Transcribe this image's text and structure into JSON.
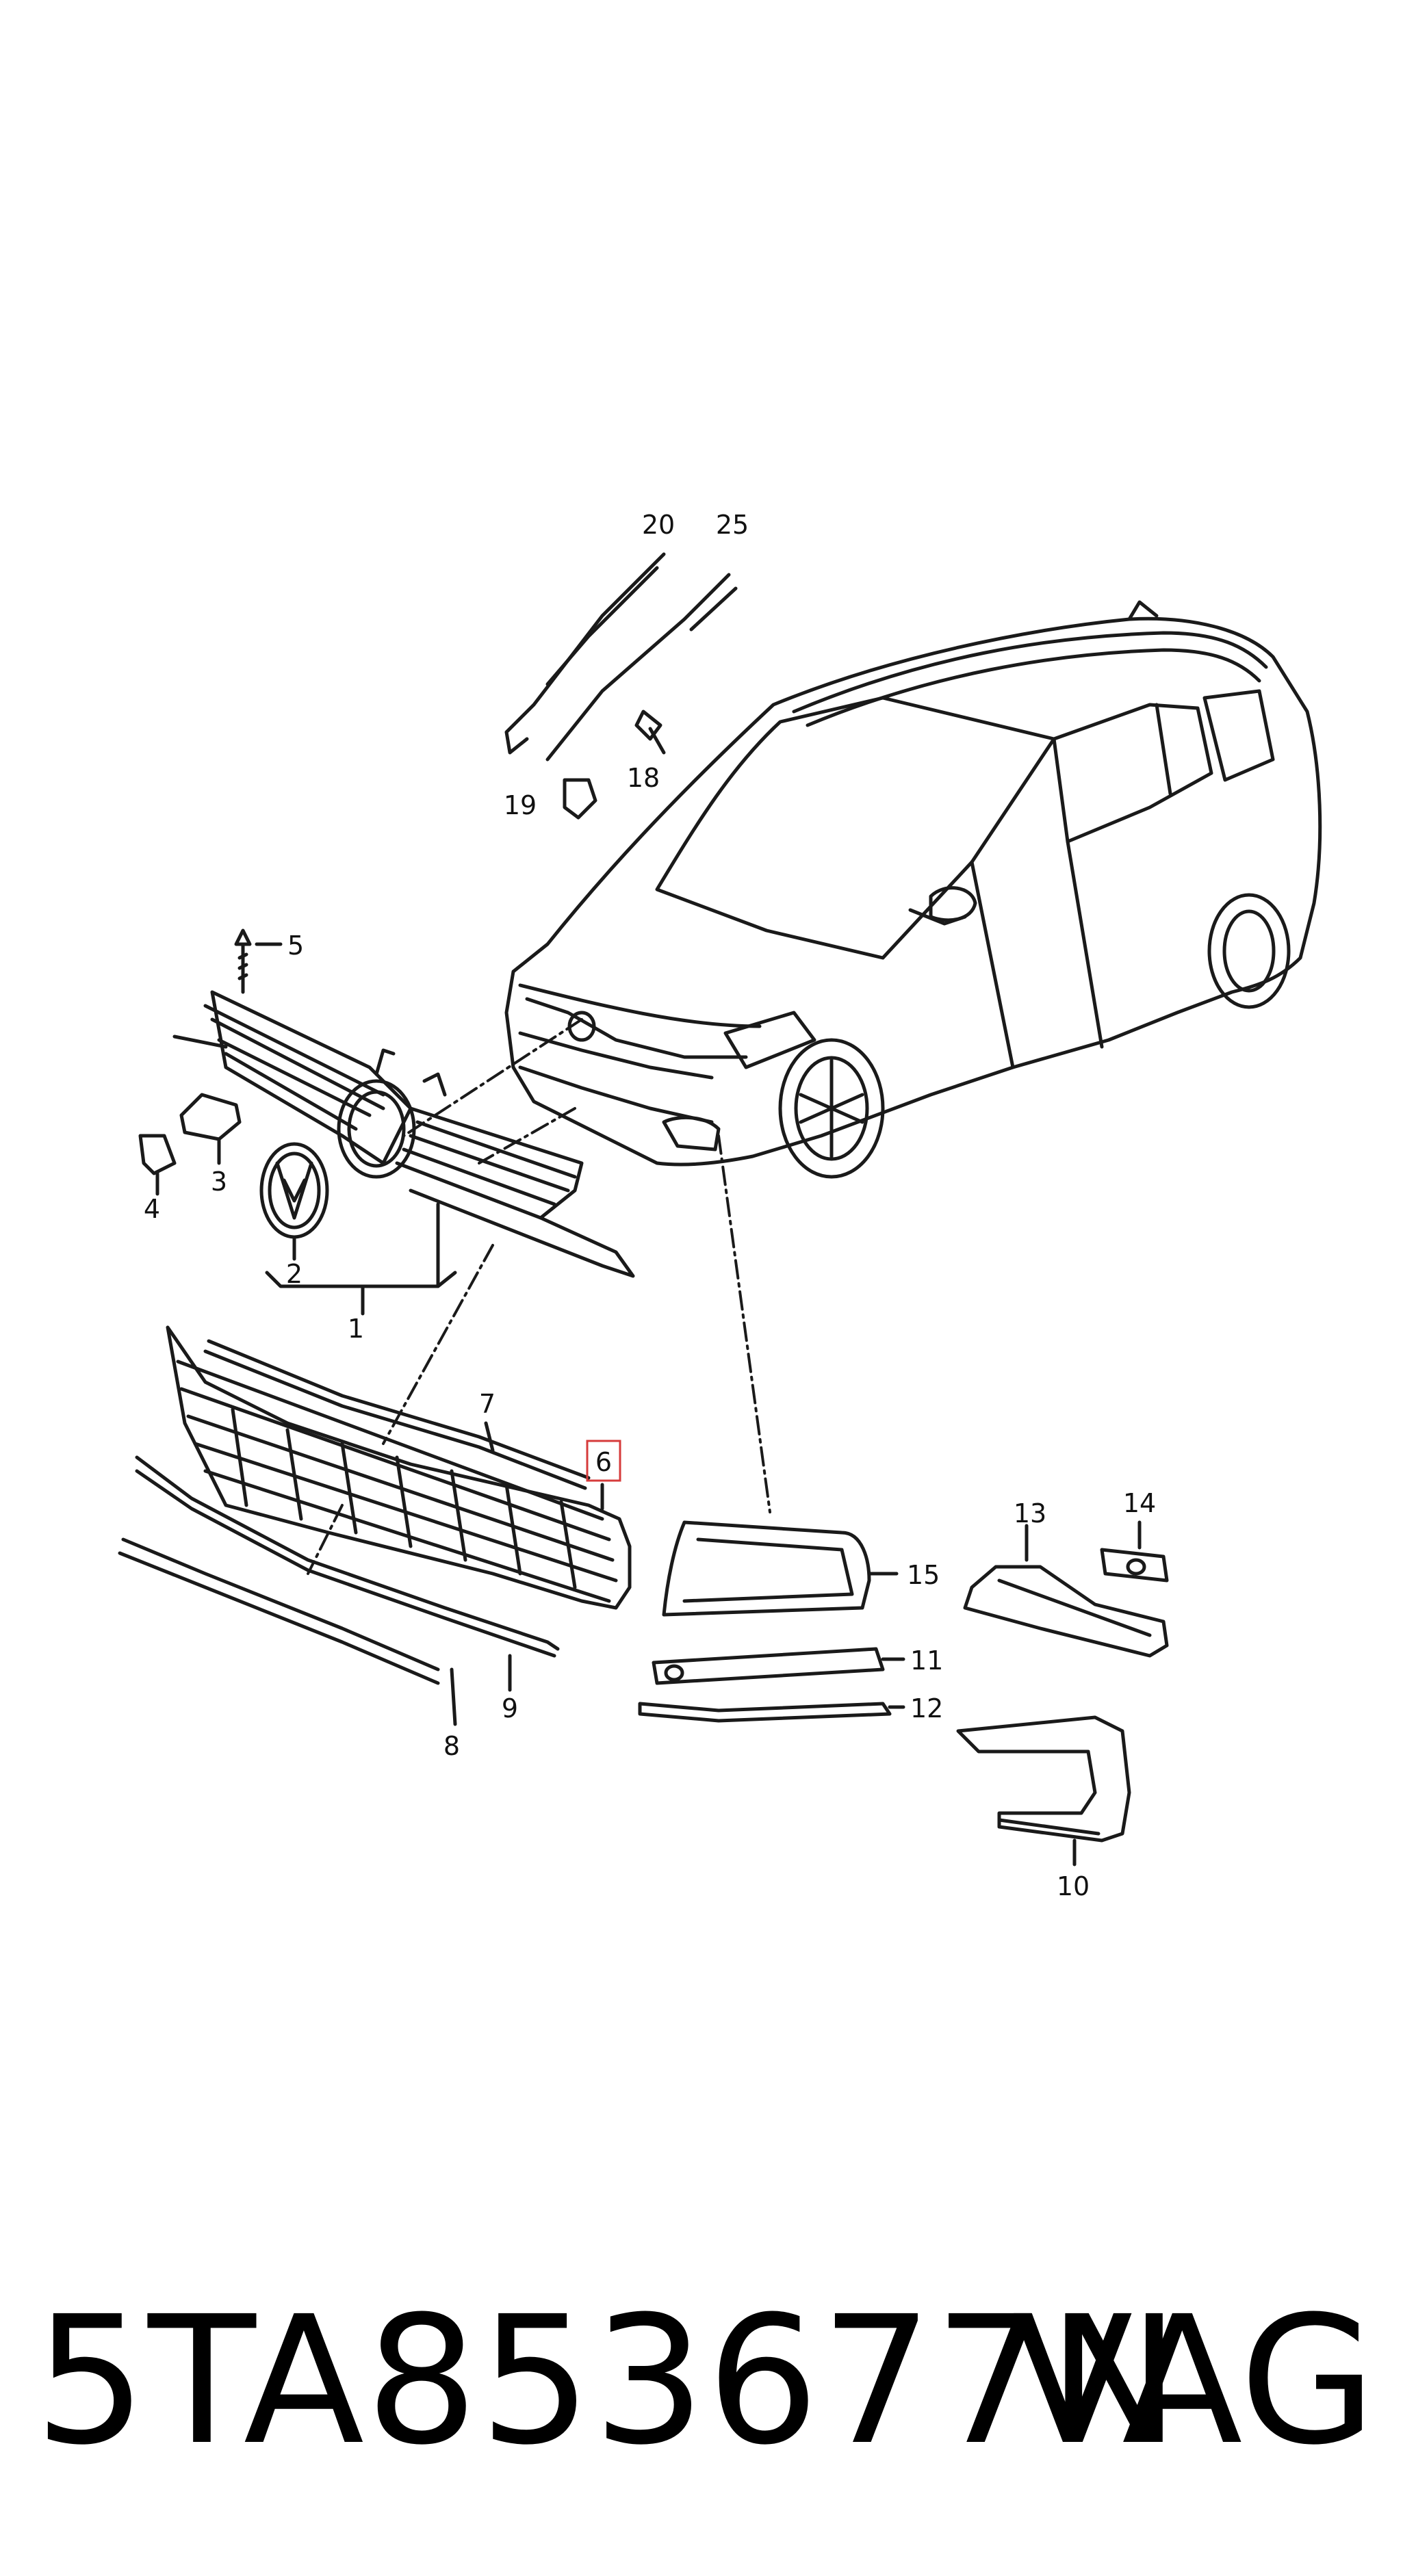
{
  "diagram": {
    "callouts": [
      "1",
      "2",
      "3",
      "4",
      "5",
      "6",
      "7",
      "8",
      "9",
      "10",
      "11",
      "12",
      "13",
      "14",
      "15",
      "18",
      "19",
      "20",
      "25"
    ],
    "highlighted_callout": "6",
    "highlight_color": "#d63b3b"
  },
  "footer": {
    "part_number": "5TA853677N",
    "brand": "VAG"
  }
}
